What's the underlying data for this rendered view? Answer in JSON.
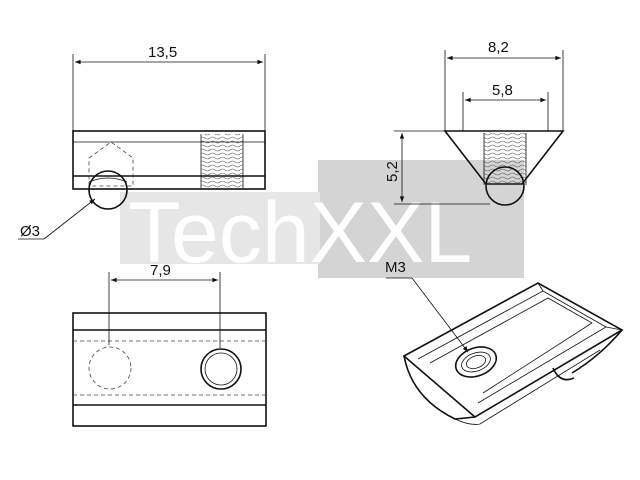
{
  "dimensions": {
    "top_width": "13,5",
    "diameter": "Ø3",
    "side_outer_width": "8,2",
    "side_inner_width": "5,8",
    "side_height": "5,2",
    "bottom_hole_spacing": "7,9",
    "thread": "M3"
  },
  "watermark": {
    "brand": "TechXXL",
    "color": "#d4d4d4"
  }
}
